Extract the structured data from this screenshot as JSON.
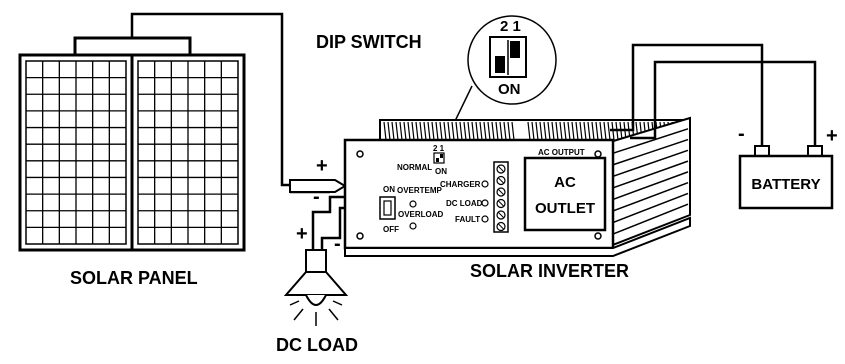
{
  "labels": {
    "dip_switch": "DIP SWITCH",
    "dip_numbers": "2 1",
    "dip_on": "ON",
    "solar_panel": "SOLAR PANEL",
    "solar_inverter": "SOLAR INVERTER",
    "dc_load": "DC LOAD",
    "battery": "BATTERY",
    "ac_output": "AC  OUTPUT",
    "ac_outlet_line1": "AC",
    "ac_outlet_line2": "OUTLET",
    "normal": "NORMAL",
    "overtemp": "OVERTEMP",
    "overload": "OVERLOAD",
    "charger": "CHARGER",
    "dc_load_small": "DC LOAD",
    "fault": "FAULT",
    "switch_on": "ON",
    "switch_off": "OFF",
    "mini_dip_numbers": "2 1",
    "mini_dip_on": "ON",
    "plus": "+",
    "minus": "-"
  }
}
